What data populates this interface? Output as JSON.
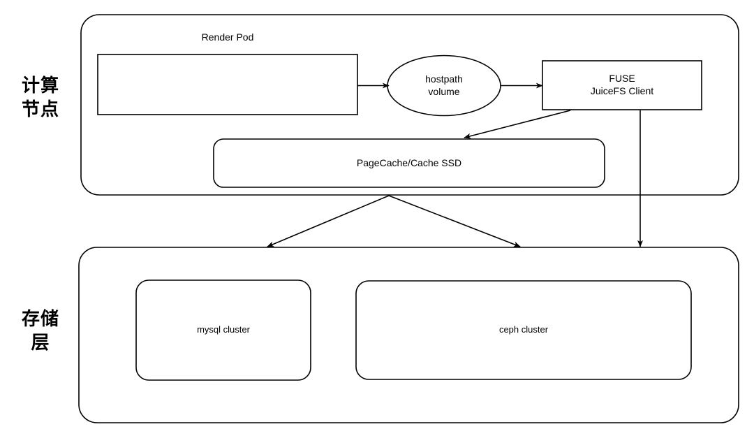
{
  "diagram": {
    "type": "architecture-block-diagram",
    "background_color": "#ffffff",
    "stroke_color": "#000000",
    "tiers": [
      {
        "id": "compute",
        "label_line1": "计算",
        "label_line2": "节点"
      },
      {
        "id": "storage",
        "label_line1": "存储",
        "label_line2": "层"
      }
    ],
    "compute_tier": {
      "container_name": "compute-node-container",
      "pod_title": "Render Pod",
      "nodes": [
        {
          "id": "render-container",
          "label": ""
        },
        {
          "id": "hostpath-volume",
          "label": "hostpath\nvolume",
          "shape": "ellipse"
        },
        {
          "id": "fuse-juicefs-client",
          "label": "FUSE\nJuiceFS Client",
          "shape": "rect"
        },
        {
          "id": "pagecache-ssd",
          "label": "PageCache/Cache SSD",
          "shape": "rounded-rect"
        }
      ]
    },
    "storage_tier": {
      "container_name": "storage-layer-container",
      "nodes": [
        {
          "id": "mysql-cluster",
          "label": "mysql cluster",
          "shape": "rounded-rect"
        },
        {
          "id": "ceph-cluster",
          "label": "ceph cluster",
          "shape": "rounded-rect"
        }
      ]
    },
    "edges": [
      {
        "from": "render-container",
        "to": "hostpath-volume",
        "label": ""
      },
      {
        "from": "hostpath-volume",
        "to": "fuse-juicefs-client",
        "label": ""
      },
      {
        "from": "fuse-juicefs-client",
        "to": "pagecache-ssd",
        "label": ""
      },
      {
        "from": "fuse-juicefs-client",
        "to": "ceph-cluster",
        "label": ""
      },
      {
        "from": "compute-node-container",
        "to": "mysql-cluster",
        "label": ""
      },
      {
        "from": "compute-node-container",
        "to": "ceph-cluster",
        "label": ""
      }
    ]
  }
}
